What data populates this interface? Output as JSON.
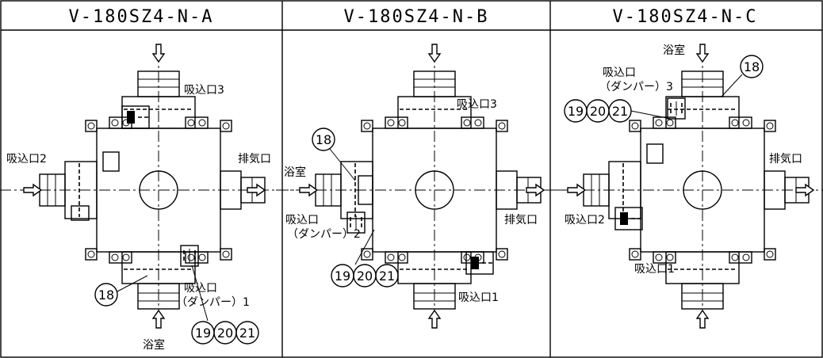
{
  "panels": [
    {
      "title": "V-180SZ4-N-A",
      "labels": {
        "intake3": "吸込口3",
        "intake2": "吸込口2",
        "exhaust": "排気口",
        "damper_line1": "吸込口",
        "damper_line2": "（ダンパー）1",
        "bathroom": "浴室"
      },
      "callouts": [
        "18",
        "19",
        "20",
        "21"
      ]
    },
    {
      "title": "V-180SZ4-N-B",
      "labels": {
        "intake3": "吸込口3",
        "bathroom": "浴室",
        "exhaust": "排気口",
        "damper_line1": "吸込口",
        "damper_line2": "（ダンパー）2",
        "intake1": "吸込口1"
      },
      "callouts": [
        "18",
        "19",
        "20",
        "21"
      ]
    },
    {
      "title": "V-180SZ4-N-C",
      "labels": {
        "bathroom": "浴室",
        "damper_line1": "吸込口",
        "damper_line2": "（ダンパー）3",
        "exhaust": "排気口",
        "intake2": "吸込口2",
        "intake1": "吸込口1"
      },
      "callouts": [
        "18",
        "19",
        "20",
        "21"
      ]
    }
  ]
}
